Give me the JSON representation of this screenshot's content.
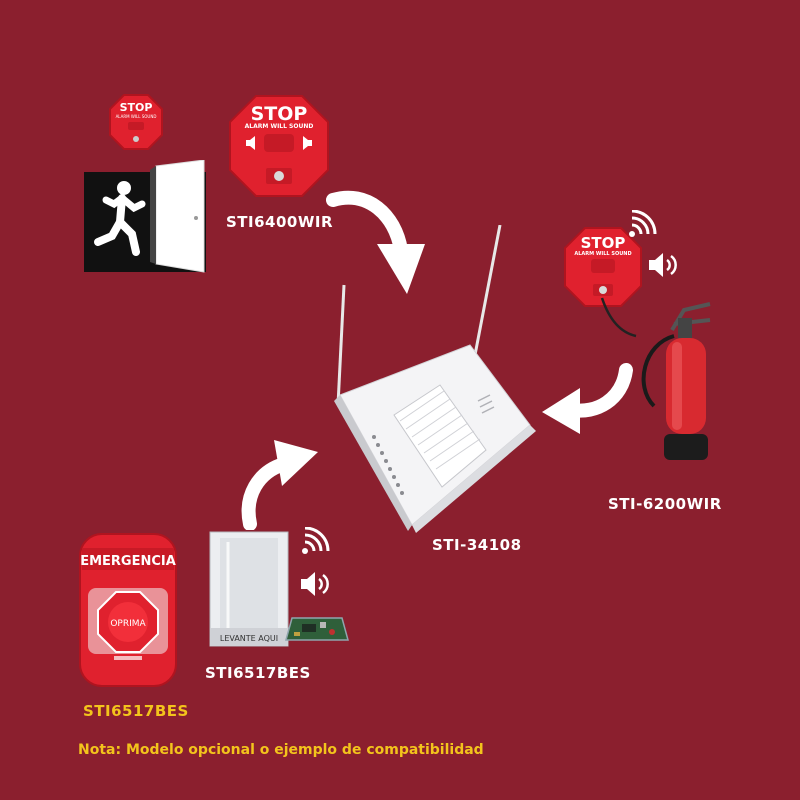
{
  "colors": {
    "background": "#8b1f2e",
    "label_white": "#ffffff",
    "label_yellow": "#f3c41c",
    "device_red": "#e0212e"
  },
  "stop_small": {
    "title": "STOP",
    "subtitle": "ALARM WILL SOUND"
  },
  "stop_large": {
    "title": "STOP",
    "subtitle": "ALARM WILL SOUND"
  },
  "stop_right": {
    "title": "STOP",
    "subtitle": "ALARM WILL SOUND"
  },
  "labels": {
    "door_unit": "STI6400WIR",
    "extinguisher_unit": "STI-6200WIR",
    "receiver": "STI-34108",
    "cover": "STI6517BES",
    "button_station": "STI6517BES"
  },
  "emergency_station": {
    "header": "EMERGENCIA",
    "button": "OPRIMA"
  },
  "cover": {
    "text": "LEVANTE AQUI"
  },
  "note": "Nota: Modelo opcional o ejemplo de compatibilidad",
  "icons": [
    "exit-door-icon",
    "wireless-signal-icon",
    "speaker-icon",
    "arrow-icon"
  ]
}
